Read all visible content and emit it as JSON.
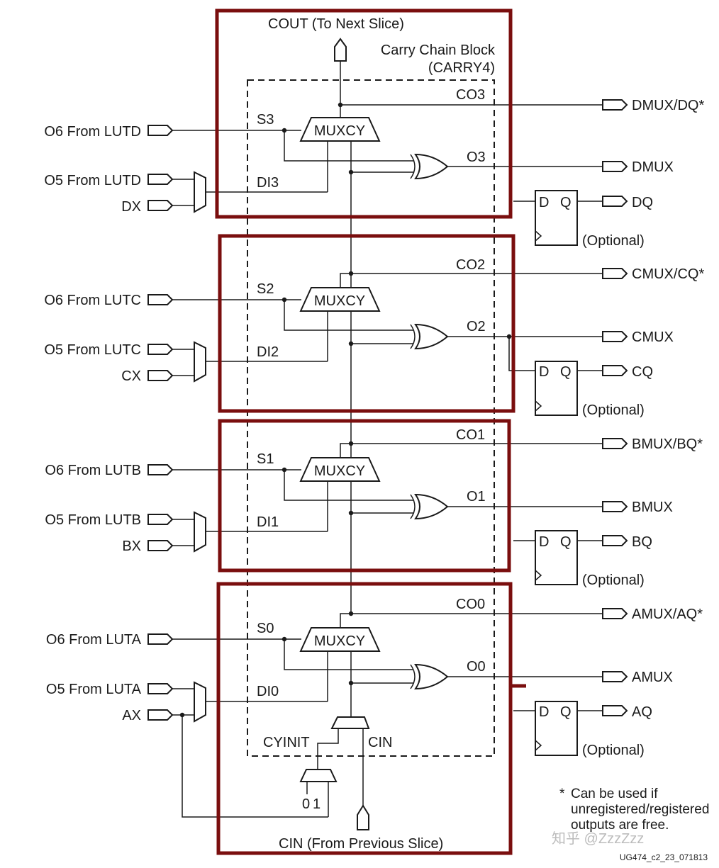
{
  "title": {
    "block_name": "Carry Chain Block",
    "block_id": "(CARRY4)",
    "cout": "COUT (To Next Slice)",
    "cin": "CIN (From Previous Slice)"
  },
  "stages": [
    {
      "o6": "O6 From LUTD",
      "o5": "O5 From LUTD",
      "x": "DX",
      "s": "S3",
      "di": "DI3",
      "co": "CO3",
      "o": "O3",
      "mux_label": "MUXCY",
      "out_co": "DMUX/DQ*",
      "out_o": "DMUX",
      "ff_d": "D",
      "ff_q": "Q",
      "out_q": "DQ",
      "optional": "(Optional)"
    },
    {
      "o6": "O6 From LUTC",
      "o5": "O5 From LUTC",
      "x": "CX",
      "s": "S2",
      "di": "DI2",
      "co": "CO2",
      "o": "O2",
      "mux_label": "MUXCY",
      "out_co": "CMUX/CQ*",
      "out_o": "CMUX",
      "ff_d": "D",
      "ff_q": "Q",
      "out_q": "CQ",
      "optional": "(Optional)"
    },
    {
      "o6": "O6 From LUTB",
      "o5": "O5 From LUTB",
      "x": "BX",
      "s": "S1",
      "di": "DI1",
      "co": "CO1",
      "o": "O1",
      "mux_label": "MUXCY",
      "out_co": "BMUX/BQ*",
      "out_o": "BMUX",
      "ff_d": "D",
      "ff_q": "Q",
      "out_q": "BQ",
      "optional": "(Optional)"
    },
    {
      "o6": "O6 From LUTA",
      "o5": "O5 From LUTA",
      "x": "AX",
      "s": "S0",
      "di": "DI0",
      "co": "CO0",
      "o": "O0",
      "mux_label": "MUXCY",
      "out_co": "AMUX/AQ*",
      "out_o": "AMUX",
      "ff_d": "D",
      "ff_q": "Q",
      "out_q": "AQ",
      "optional": "(Optional)"
    }
  ],
  "cyinit": {
    "label": "CYINIT",
    "cin_label": "CIN",
    "in0": "0",
    "in1": "1"
  },
  "footnote": {
    "star": "*",
    "line1": "Can be used if",
    "line2": "unregistered/registered",
    "line3": "outputs are free."
  },
  "figure_id": "UG474_c2_23_071813",
  "watermark": "知乎 @ZzzZzz",
  "colors": {
    "highlight": "#7a0e0e",
    "line": "#1a1a1a"
  }
}
